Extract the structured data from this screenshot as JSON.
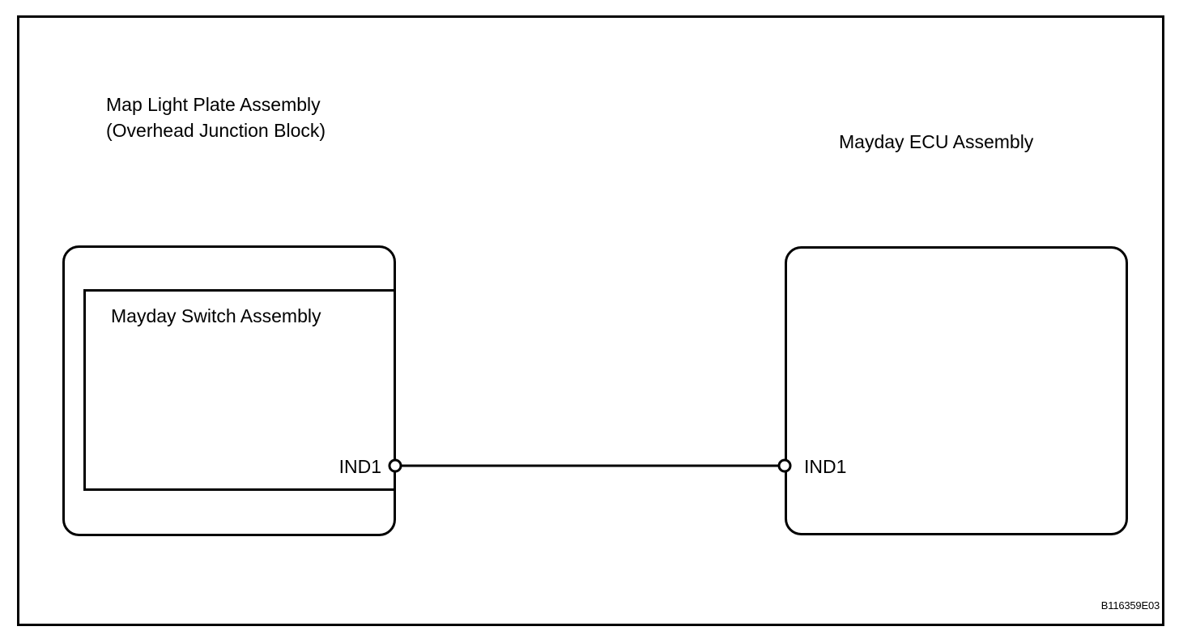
{
  "figure": {
    "code": "B116359E03",
    "background_color": "#ffffff",
    "line_color": "#000000"
  },
  "components": {
    "map_light_plate": {
      "label_line1": "Map Light Plate Assembly",
      "label_line2": "(Overhead Junction Block)",
      "terminal_label": "IND1"
    },
    "mayday_switch": {
      "label": "Mayday Switch Assembly"
    },
    "mayday_ecu": {
      "label": "Mayday ECU Assembly",
      "terminal_label": "IND1"
    }
  },
  "connection": {
    "from_terminal": "IND1",
    "to_terminal": "IND1"
  }
}
